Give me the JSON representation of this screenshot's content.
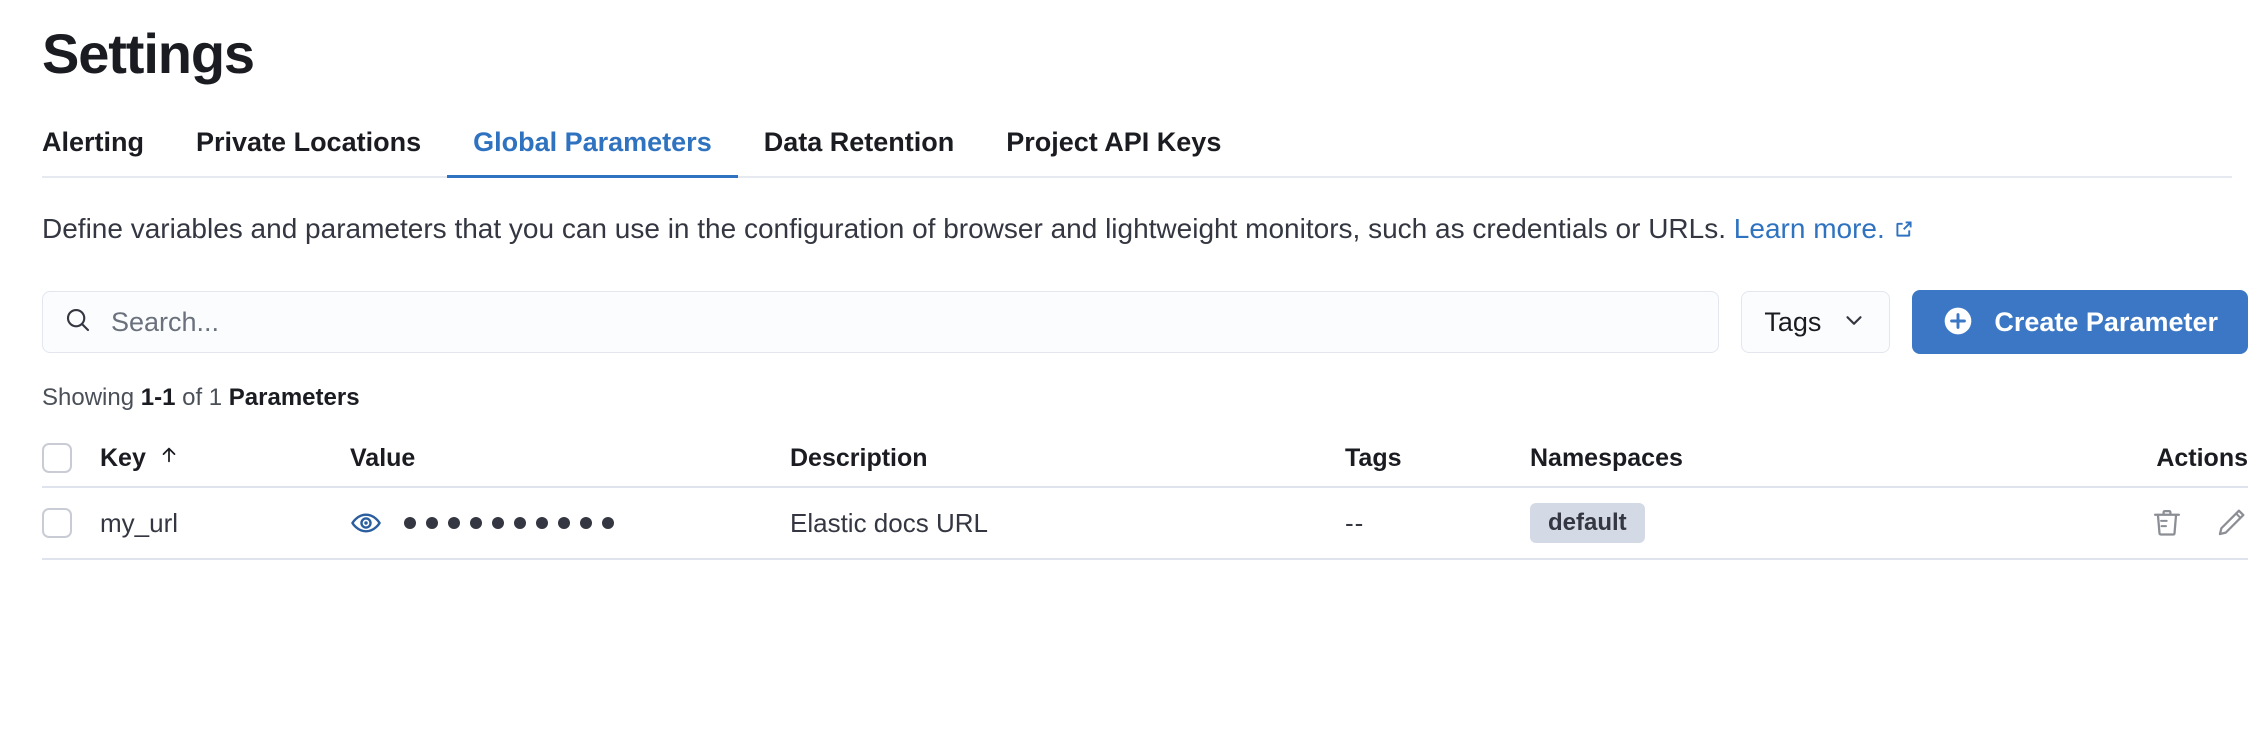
{
  "page": {
    "title": "Settings"
  },
  "tabs": [
    {
      "label": "Alerting",
      "active": false
    },
    {
      "label": "Private Locations",
      "active": false
    },
    {
      "label": "Global Parameters",
      "active": true
    },
    {
      "label": "Data Retention",
      "active": false
    },
    {
      "label": "Project API Keys",
      "active": false
    }
  ],
  "description": {
    "text": "Define variables and parameters that you can use in the configuration of browser and lightweight monitors, such as credentials or URLs.",
    "link_label": "Learn more.",
    "link_icon": "external-link-icon"
  },
  "controls": {
    "search_placeholder": "Search...",
    "search_value": "",
    "search_icon": "search-icon",
    "tags_label": "Tags",
    "tags_icon": "chevron-down-icon",
    "create_label": "Create Parameter",
    "create_icon": "plus-circle-icon"
  },
  "results": {
    "prefix": "Showing ",
    "range": "1-1",
    "middle": " of 1 ",
    "noun": "Parameters"
  },
  "table": {
    "columns": [
      {
        "key": "select",
        "label": ""
      },
      {
        "key": "key",
        "label": "Key",
        "sort": "asc",
        "sort_icon": "arrow-up-icon"
      },
      {
        "key": "value",
        "label": "Value"
      },
      {
        "key": "description",
        "label": "Description"
      },
      {
        "key": "tags",
        "label": "Tags"
      },
      {
        "key": "namespaces",
        "label": "Namespaces"
      },
      {
        "key": "actions",
        "label": "Actions"
      }
    ],
    "rows": [
      {
        "selected": false,
        "key": "my_url",
        "value_masked_dots": 10,
        "value_toggle_icon": "eye-icon",
        "description": "Elastic docs URL",
        "tags": "--",
        "namespaces": [
          "default"
        ],
        "actions": [
          "trash-icon",
          "pencil-icon"
        ]
      }
    ]
  },
  "colors": {
    "accent": "#2e72c0",
    "primary_button": "#3b77c4",
    "badge_bg": "#d3dae6",
    "border": "#dfe3ed",
    "text": "#343741",
    "eye_icon": "#2b5e9e",
    "action_icon": "#8b8e94"
  }
}
